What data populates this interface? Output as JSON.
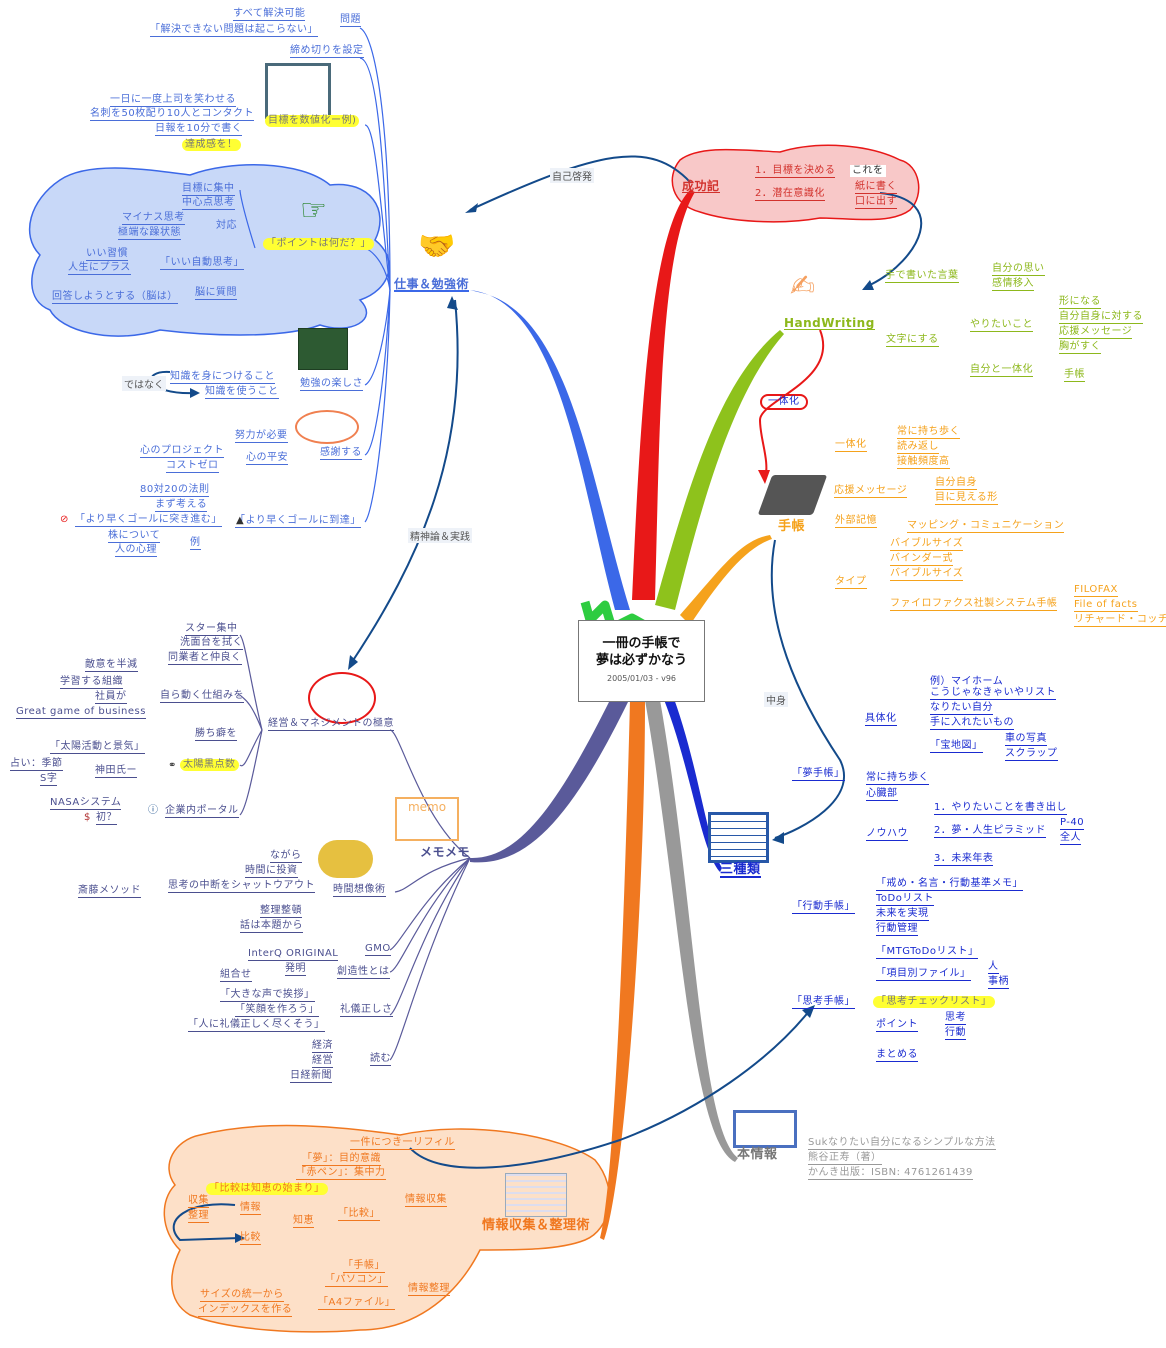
{
  "center": {
    "title_line1": "一冊の手帳で",
    "title_line2": "夢は必ずかなう",
    "date": "2005/01/03 - v96"
  },
  "relations": {
    "self_dev": "自己啓発",
    "spirit": "精神論＆実践",
    "content": "中身",
    "unify": "一体化",
    "not_but": "ではなく",
    "this": "これを"
  },
  "work": {
    "title": "仕事＆勉強術",
    "problem": {
      "label": "問題",
      "children": [
        "すべて解決可能",
        "「解決できない問題は起こらない」"
      ]
    },
    "deadline": "締め切りを設定",
    "goal": {
      "label": "目標を数値化ー例)",
      "children": [
        "一日に一度上司を笑わせる",
        "名刺を50枚配り10人とコンタクト",
        "日報を10分で書く",
        "達成感を！"
      ]
    },
    "point": {
      "label": "「ポイントは何だ？」",
      "c1": "目標に集中",
      "c2": "中心点思考",
      "resp": {
        "label": "対応",
        "children": [
          "マイナス思考",
          "極端な躁状態"
        ]
      },
      "auto": {
        "label": "「いい自動思考」",
        "children": [
          "いい習慣",
          "人生にプラス"
        ]
      },
      "brain": {
        "label": "脳に質問",
        "children": [
          "回答しようとする（脳は）"
        ]
      }
    },
    "study": {
      "label": "勉強の楽しさ",
      "children": [
        "知識を身につけること",
        "知識を使うこと"
      ]
    },
    "thanks": {
      "label": "感謝する",
      "effort": "努力が必要",
      "peace": {
        "label": "心の平安",
        "children": [
          "心のプロジェクト",
          "コストゼロ"
        ]
      }
    },
    "reach": {
      "label": "「より早くゴールに到達」",
      "children": [
        "80対20の法則",
        "まず考える",
        "「より早くゴールに突き進む」"
      ],
      "example": {
        "label": "例",
        "children": [
          "株について",
          "人の心理"
        ]
      }
    }
  },
  "mgmt": {
    "title": "経営＆マネジメントの極意",
    "items": [
      "スター集中",
      "洗面台を拭く",
      "同業者と仲良く",
      "勝ち癖を"
    ],
    "rival": "敵意を半減",
    "self": {
      "label": "自ら動く仕組みを",
      "children": [
        "学習する組織",
        "社員が",
        "Great game of business"
      ]
    },
    "sun": {
      "label": "太陽黒点数",
      "c1": "「太陽活動と景気」",
      "kanda": {
        "label": "神田氏ー",
        "children": [
          "占い：季節",
          "S字"
        ]
      }
    },
    "portal": {
      "label": "企業内ポータル",
      "children": [
        "NASAシステム",
        "初？"
      ]
    }
  },
  "memo": {
    "title": "メモメモ",
    "time": {
      "label": "時間想像術",
      "children": [
        "ながら",
        "時間に投資",
        "思考の中断をシャットウアウト",
        "整理整頓",
        "話は本題から"
      ],
      "saito": "斎藤メソッド"
    },
    "gmo": {
      "label": "GMO",
      "child": "InterQ ORIGINAL"
    },
    "create": {
      "label": "創造性とは",
      "invent": "発明",
      "combo": "組合せ"
    },
    "manner": {
      "label": "礼儀正しさ",
      "children": [
        "「大きな声で挨拶」",
        "「笑顔を作ろう」",
        "「人に礼儀正しく尽くそう」"
      ]
    },
    "read": {
      "label": "読む",
      "children": [
        "経済",
        "経営",
        "日経新聞"
      ]
    }
  },
  "info": {
    "title": "情報収集＆整理術",
    "refill": "一件につき一リフィル",
    "collect": {
      "label": "情報収集",
      "children": [
        "「夢」：目的意識",
        "「赤ペン」：集中力"
      ],
      "compare": {
        "label": "「比較」",
        "quote": "「比較は知恵の始まり」",
        "wisdom": {
          "label": "知恵",
          "info": {
            "label": "情報",
            "children": [
              "収集",
              "整理"
            ]
          },
          "cmp": "比較"
        }
      }
    },
    "organize": {
      "label": "情報整理",
      "children": [
        "「手帳」",
        "「パソコン」"
      ],
      "a4": {
        "label": "「A4ファイル」",
        "children": [
          "サイズの統一から",
          "インデックスを作る"
        ]
      }
    }
  },
  "success": {
    "title": "成功記",
    "children": [
      "1．目標を決める",
      "2．潜在意識化"
    ],
    "sub": [
      "紙に書く",
      "口に出す"
    ]
  },
  "hand": {
    "title": "HandWriting",
    "words": {
      "label": "手で書いた言葉",
      "children": [
        "自分の思い",
        "感情移入"
      ]
    },
    "char": {
      "label": "文字にする",
      "want": {
        "label": "やりたいこと",
        "children": [
          "形になる",
          "自分自身に対する",
          "応援メッセージ",
          "胸がすく"
        ]
      },
      "one": {
        "label": "自分と一体化",
        "child": "手帳"
      }
    }
  },
  "techo": {
    "title": "手帳",
    "unify": {
      "label": "一体化",
      "children": [
        "常に持ち歩く",
        "読み返し",
        "接触頻度高"
      ]
    },
    "cheer": {
      "label": "応援メッセージ",
      "children": [
        "自分自身",
        "目に見える形"
      ]
    },
    "ext": {
      "label": "外部記憶",
      "child": "マッピング・コミュニケーション"
    },
    "type": {
      "label": "タイプ",
      "children": [
        "バイブルサイズ",
        "バインダー式",
        "バイブルサイズ"
      ],
      "filo": {
        "label": "ファイロファクス社製システム手帳",
        "children": [
          "FILOFAX",
          "File of facts",
          "リチャード・コッチ"
        ]
      }
    }
  },
  "three": {
    "title": "三種類",
    "dream": {
      "label": "「夢手帳」",
      "concrete": {
        "label": "具体化",
        "children": [
          "例）マイホーム",
          "こうじゃなきゃいやリスト",
          "なりたい自分",
          "手に入れたいもの"
        ],
        "map": {
          "label": "「宝地図」",
          "children": [
            "車の写真",
            "スクラップ"
          ]
        }
      },
      "always": "常に持ち歩く",
      "heart": "心臓部",
      "know": {
        "label": "ノウハウ",
        "children": [
          "1．やりたいことを書き出し",
          "2．夢・人生ピラミッド",
          "3．未来年表"
        ],
        "pyr": [
          "P-40",
          "全人"
        ]
      }
    },
    "action": {
      "label": "「行動手帳」",
      "children": [
        "「戒め・名言・行動基準メモ」",
        "ToDoリスト",
        "未来を実現",
        "行動管理"
      ]
    },
    "think": {
      "label": "「思考手帳」",
      "mtg": "「MTGToDoリスト」",
      "file": {
        "label": "「項目別ファイル」",
        "children": [
          "人",
          "事柄"
        ]
      },
      "check": "「思考チェックリスト」",
      "point": {
        "label": "ポイント",
        "children": [
          "思考",
          "行動"
        ]
      },
      "sum": "まとめる"
    }
  },
  "book": {
    "title": "本情報",
    "children": [
      "Sukなりたい自分になるシンプルな方法",
      "熊谷正寿（著）",
      "かんき出版：ISBN: 4761261439"
    ]
  },
  "colors": {
    "work": "#3b68e8",
    "mgmt": "#5a5a9a",
    "info": "#f07820",
    "success": "#e81818",
    "hand": "#8ec21c",
    "techo": "#f5a21c",
    "three": "#1a2bd0",
    "book": "#999999"
  }
}
